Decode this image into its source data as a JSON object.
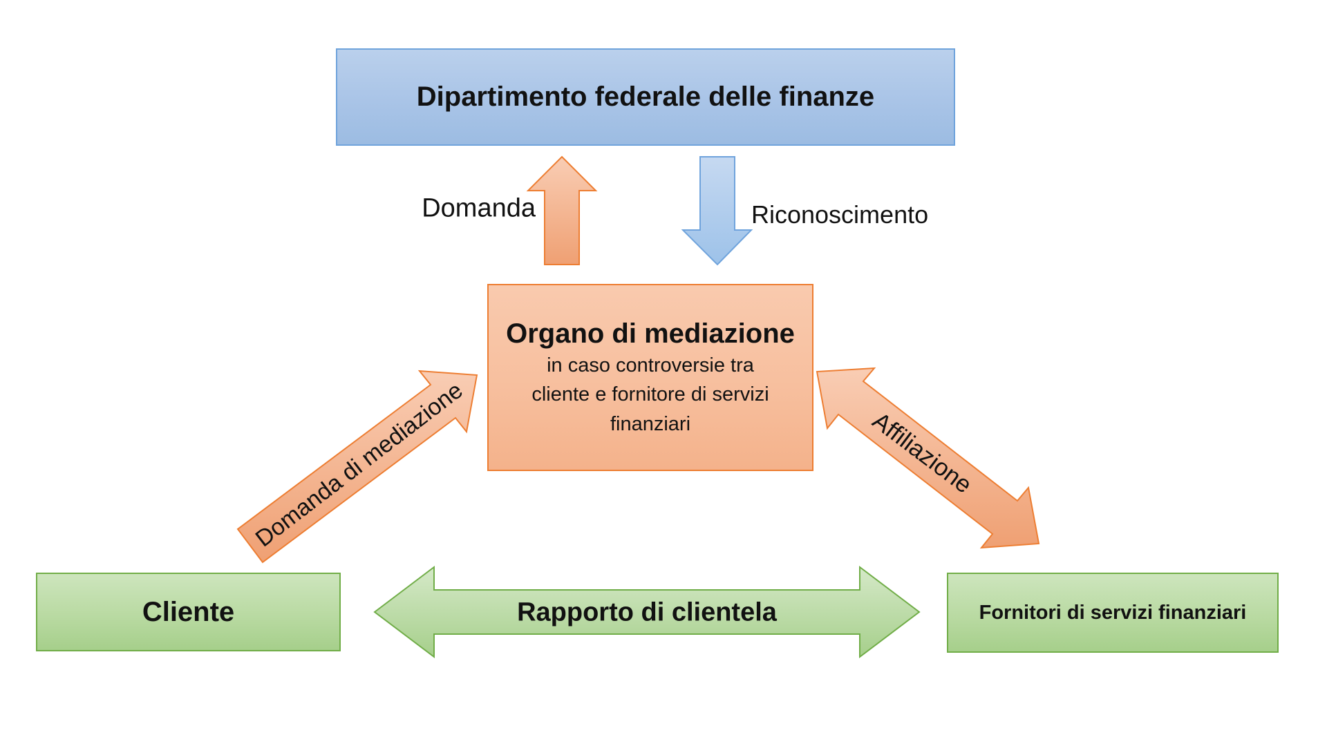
{
  "nodes": {
    "department": {
      "label": "Dipartimento federale delle finanze"
    },
    "mediation": {
      "title": "Organo di mediazione",
      "body_lines": [
        "in caso controversie tra",
        "cliente e fornitore di servizi",
        "finanziari"
      ]
    },
    "client": {
      "label": "Cliente"
    },
    "providers": {
      "label": "Fornitori di servizi finanziari"
    }
  },
  "arrows": {
    "domanda": {
      "label": "Domanda",
      "direction": "up"
    },
    "riconoscimento": {
      "label": "Riconoscimento",
      "direction": "down"
    },
    "domanda_mediazione": {
      "label": "Domanda di mediazione",
      "direction": "up-right"
    },
    "affiliazione": {
      "label": "Affiliazione",
      "direction": "both-diagonal"
    },
    "rapporto": {
      "label": "Rapporto di clientela",
      "direction": "both-horizontal"
    }
  },
  "colors": {
    "background": "#ffffff",
    "text": "#111111",
    "blue_fill_top": "#bad0ec",
    "blue_fill_bottom": "#9cbce2",
    "blue_border": "#6fa3dc",
    "orange_fill_top": "#f9caae",
    "orange_fill_bottom": "#f1a276",
    "orange_border": "#ed7d31",
    "green_fill_top": "#d5e9c8",
    "green_fill_bottom": "#a6cf8b",
    "green_border": "#70ad47"
  }
}
